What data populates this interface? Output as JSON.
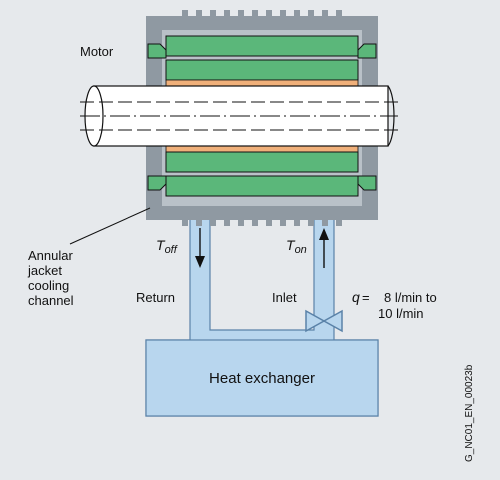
{
  "labels": {
    "motor": "Motor",
    "annular_line1": "Annular",
    "annular_line2": "jacket",
    "annular_line3": "cooling",
    "annular_line4": "channel",
    "t_off_main": "T",
    "t_off_sub": "off",
    "t_on_main": "T",
    "t_on_sub": "on",
    "return": "Return",
    "inlet": "Inlet",
    "q_symbol": "q",
    "q_equals": "=",
    "q_value_line1": "8 l/min to",
    "q_value_line2": "10 l/min",
    "heat_exchanger": "Heat exchanger",
    "figure_id": "G_NC01_EN_00023b"
  },
  "colors": {
    "background": "#e6e9ec",
    "housing": "#8f99a2",
    "housing_inner": "#b9c1c8",
    "stator": "#5bb77a",
    "rotor": "#f0b07a",
    "coolant": "#b8d6ee",
    "coolant_stroke": "#5a82a8",
    "line": "#1a1a1a"
  }
}
